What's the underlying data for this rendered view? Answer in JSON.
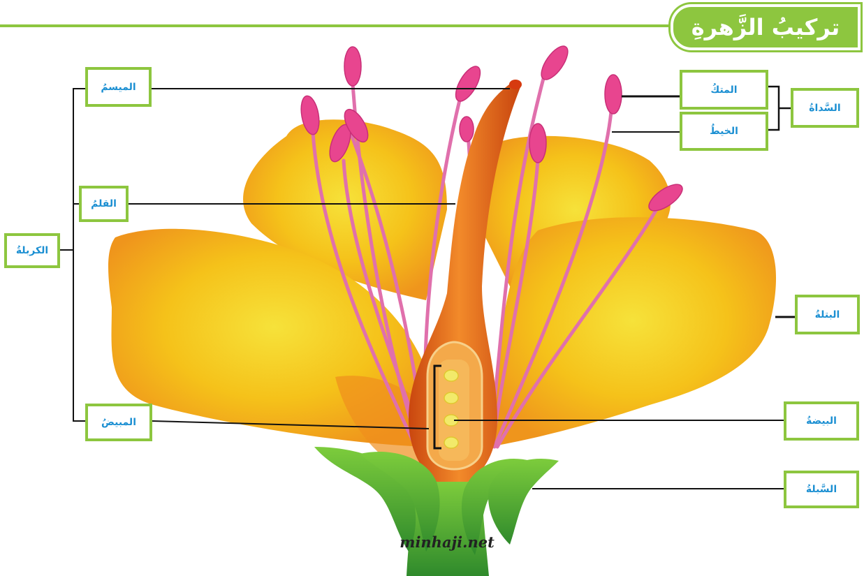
{
  "title": "تركيبُ الزَّهرةِ",
  "labels": {
    "stigma": "الميسمُ",
    "style": "القلمُ",
    "pistil": "الكربلةُ",
    "ovary": "المبيضُ",
    "anther": "المتكُ",
    "filament": "الخيطُ",
    "stamen": "السَّداةُ",
    "petal": "البتلةُ",
    "ovule": "البيضةُ",
    "sepal": "السَّبلةُ"
  },
  "watermark": "minhaji.net",
  "colors": {
    "frame_green": "#8dc63f",
    "label_text_blue": "#1b8fd2",
    "petal_yellow": "#f7c21b",
    "petal_orange": "#f08a1c",
    "pistil_orange": "#e8641a",
    "stamen_pink": "#e26aa6",
    "sepal_green": "#5fb33a"
  }
}
